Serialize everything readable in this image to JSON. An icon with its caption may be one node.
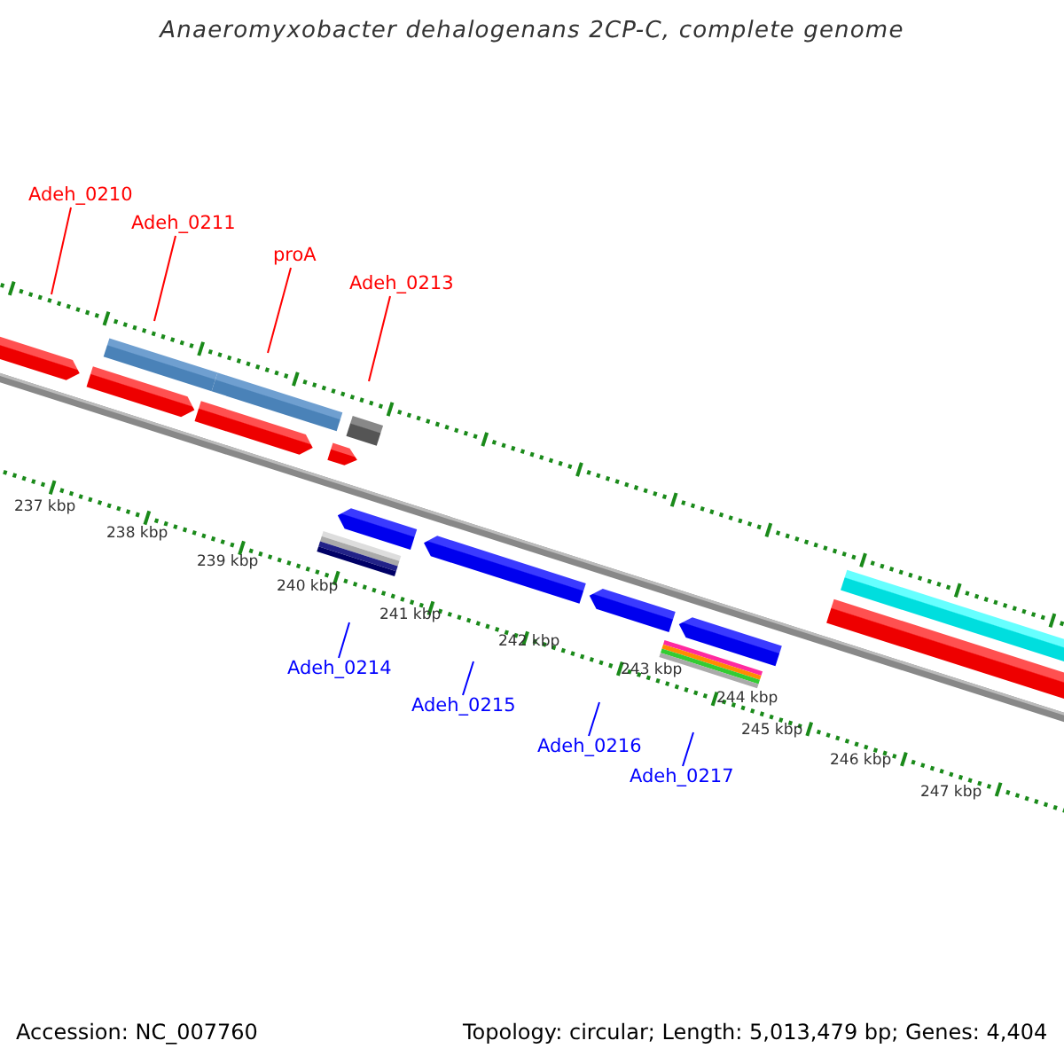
{
  "diagram": {
    "title": "Anaeromyxobacter dehalogenans 2CP-C, complete genome",
    "nodes": [
      {
        "text": [
          "Adeh_0210"
        ]
      },
      {
        "text": [
          "Adeh_0211"
        ]
      },
      {
        "text": [
          "proA"
        ]
      },
      {
        "text": [
          "Adeh_0213"
        ]
      },
      {
        "text": [
          "Adeh_0214"
        ]
      },
      {
        "text": [
          "Adeh_0215"
        ]
      },
      {
        "text": [
          "Adeh_0216"
        ]
      },
      {
        "text": [
          "Adeh_0217"
        ]
      }
    ],
    "edges": [
      {
        "from": 0,
        "to": null,
        "arrow": "none",
        "color": "#ff0000"
      },
      {
        "from": 1,
        "to": null,
        "arrow": "none",
        "color": "#ff0000"
      },
      {
        "from": 2,
        "to": null,
        "arrow": "none",
        "color": "#ff0000"
      },
      {
        "from": 3,
        "to": null,
        "arrow": "none",
        "color": "#ff0000"
      },
      {
        "from": 4,
        "to": null,
        "arrow": "none",
        "color": "#0000ff"
      },
      {
        "from": 5,
        "to": null,
        "arrow": "none",
        "color": "#0000ff"
      },
      {
        "from": 6,
        "to": null,
        "arrow": "none",
        "color": "#0000ff"
      },
      {
        "from": 7,
        "to": null,
        "arrow": "none",
        "color": "#0000ff"
      }
    ],
    "labels": [
      "237 kbp",
      "238 kbp",
      "239 kbp",
      "240 kbp",
      "241 kbp",
      "242 kbp",
      "243 kbp",
      "244 kbp",
      "245 kbp",
      "246 kbp",
      "247 kbp",
      "Accession: NC_007760",
      "Topology: circular; Length: 5,013,479 bp; Genes: 4,404"
    ]
  }
}
